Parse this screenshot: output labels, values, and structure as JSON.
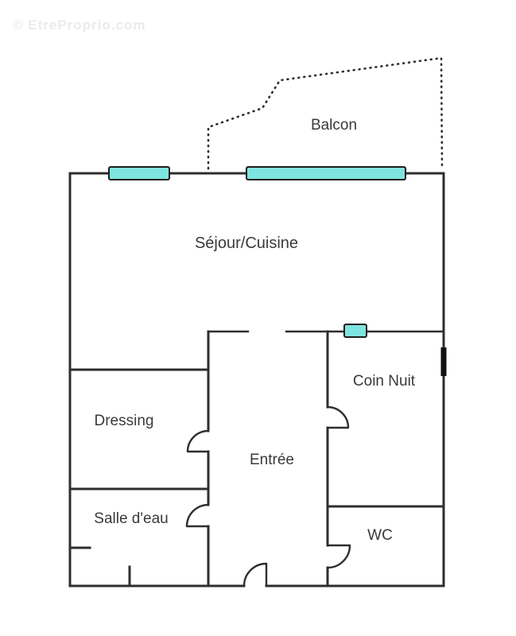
{
  "watermark": "© EtreProprio.com",
  "rooms": {
    "balcon": "Balcon",
    "sejour_cuisine": "Séjour/Cuisine",
    "coin_nuit": "Coin Nuit",
    "dressing": "Dressing",
    "entree": "Entrée",
    "salle_eau": "Salle d'eau",
    "wc": "WC"
  },
  "colors": {
    "window": "#7fe4df",
    "wall": "#2e2e2e",
    "label": "#3a3a3a",
    "watermark": "#ebebeb",
    "background": "#ffffff"
  }
}
